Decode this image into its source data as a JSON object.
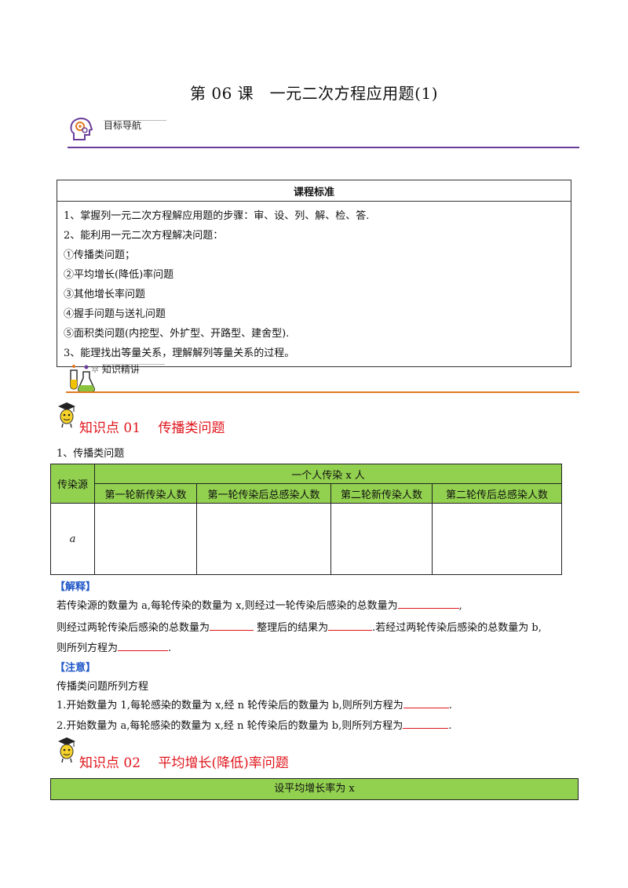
{
  "title": "第 06 课　一元二次方程应用题(1)",
  "sections": {
    "goal_nav": "目标导航",
    "knowledge": "知识精讲"
  },
  "standards": {
    "header": "课程标准",
    "lines": [
      "1、掌握列一元二次方程解应用题的步骤：审、设、列、解、检、答.",
      "2、能利用一元二次方程解决问题：",
      "①传播类问题；",
      "②平均增长(降低)率问题",
      "③其他增长率问题",
      "④握手问题与送礼问题",
      "⑤面积类问题(内挖型、外扩型、开路型、建舍型).",
      "3、能理找出等量关系，理解解列等量关系的过程。"
    ]
  },
  "kp1": {
    "title": "知识点 01　 传播类问题",
    "subtitle": "1、传播类问题",
    "table": {
      "col0": "传染源",
      "top": "一个人传染 x 人",
      "headers": [
        "第一轮新传染人数",
        "第一轮传染后总感染人数",
        "第二轮新传染人数",
        "第二轮传后总感染人数"
      ],
      "row_label": "a"
    },
    "jiexi_tag": "【解释】",
    "jiexi": [
      "若传染源的数量为 a,每轮传染的数量为 x,则经过一轮传染后感染的总数量为",
      "则经过两轮传染后感染的总数量为",
      "整理后的结果为",
      ".若经过两轮传染后感染的总数量为 b,",
      "则所列方程为"
    ],
    "zhuyi_tag": "【注意】",
    "zhuyi_intro": "传播类问题所列方程",
    "zhuyi_1": "1.开始数量为 1,每轮感染的数量为 x,经 n 轮传染后的数量为 b,则所列方程为",
    "zhuyi_2": "2.开始数量为 a,每轮感染的数量为 x,经 n 轮传染后的数量为 b,则所列方程为"
  },
  "kp2": {
    "title": "知识点 02　 平均增长(降低)率问题",
    "table_text": "设平均增长率为 x"
  },
  "punct": {
    "comma": ",",
    "period": "."
  },
  "colors": {
    "accent_red": "#e0141b",
    "purple": "#6a3d9a",
    "orange": "#e07a20",
    "green": "#92d050",
    "blue": "#1f56c8"
  }
}
